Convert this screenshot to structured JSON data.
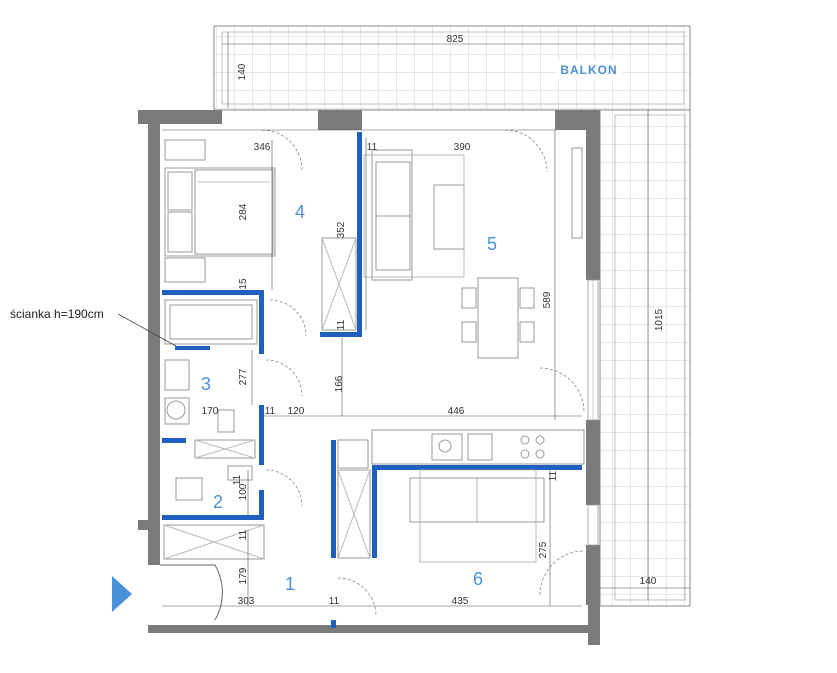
{
  "colors": {
    "wall": "#7b7b7b",
    "partition": "#1f5fbf",
    "accent": "#4a90d9",
    "grid": "#c8c8c8"
  },
  "balcony": {
    "label": "BALKON"
  },
  "rooms": [
    "1",
    "2",
    "3",
    "4",
    "5",
    "6"
  ],
  "note": "ścianka h=190cm",
  "dims": {
    "balcony_width": "825",
    "balcony_depth": "140",
    "balcony_length": "1015",
    "balcony_bottom": "140",
    "bedroom_width": "346",
    "bedroom_depth": "284",
    "living_width": "390",
    "living_depth": "589",
    "closet_352": "352",
    "wall_11_a": "11",
    "wall_11_b": "11",
    "wall_11_c": "11",
    "wall_11_d": "11",
    "wall_11_e": "11",
    "wall_11_f": "11",
    "wall_11_g": "11",
    "wall_15": "15",
    "bath_277": "277",
    "bath_170": "170",
    "corridor_166": "166",
    "corridor_120": "120",
    "kitchen_446": "446",
    "wc_100": "100",
    "entry_179": "179",
    "entry_303": "303",
    "bottom_435": "435",
    "dining_275": "275"
  }
}
